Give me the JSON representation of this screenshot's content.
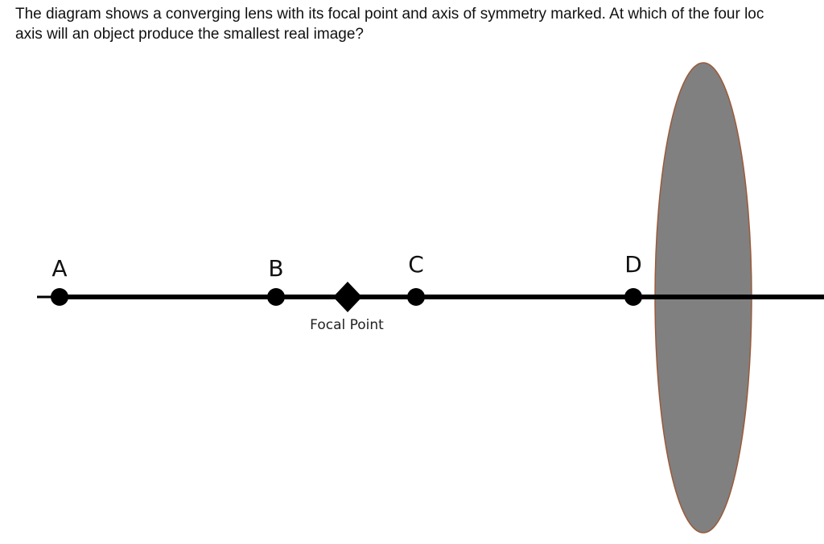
{
  "question": {
    "line1": "The diagram shows a converging lens with its focal point and axis of symmetry marked. At which of the four loc",
    "line2": "axis will an object produce the smallest real image?"
  },
  "diagram": {
    "points": [
      {
        "label": "A"
      },
      {
        "label": "B"
      },
      {
        "label": "C"
      },
      {
        "label": "D"
      }
    ],
    "focal_point_label": "Focal Point",
    "colors": {
      "lens_fill": "#808080",
      "lens_stroke": "#9a5a3a",
      "axis": "#000000"
    }
  }
}
